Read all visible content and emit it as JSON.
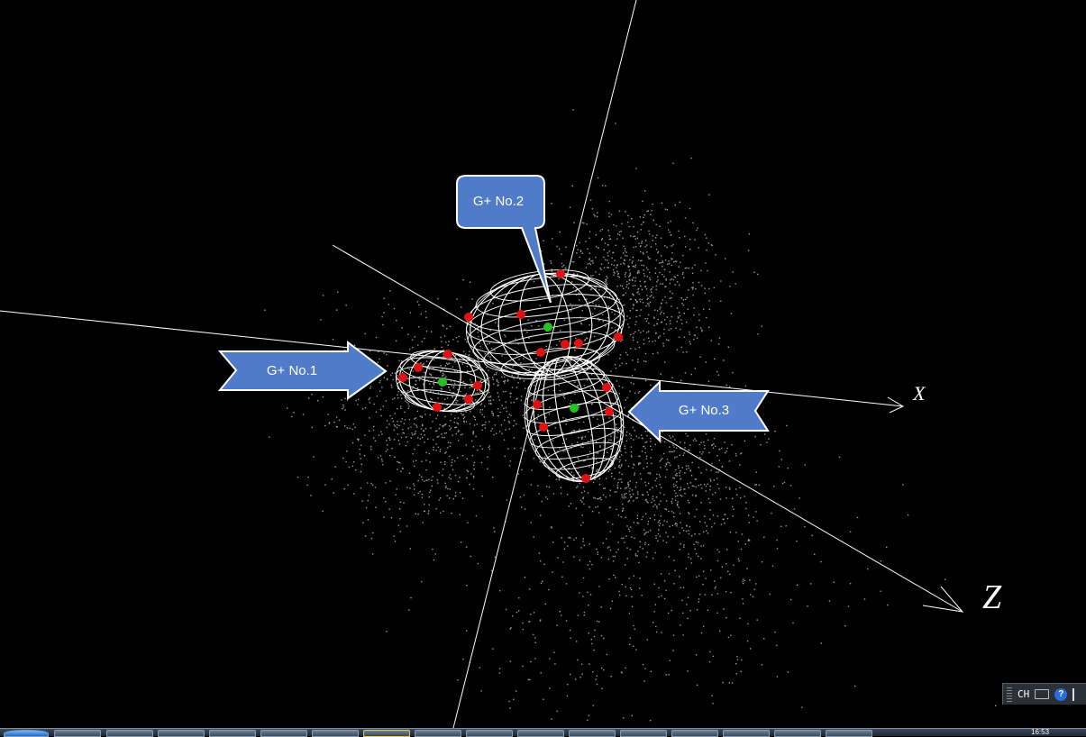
{
  "labels": {
    "callout_1": "G+ No.1",
    "callout_2": "G+ No.2",
    "callout_3": "G+ No.3",
    "axis_x": "X",
    "axis_z": "Z"
  },
  "colors": {
    "callout_fill": "#4f7bc9",
    "callout_border": "#ffffff",
    "marker_red": "#e11111",
    "marker_green": "#22c322",
    "wireframe": "#ffffff",
    "particles": "#9a9a9a"
  },
  "language_bar": {
    "code": "CH",
    "keyboard_icon": "keyboard-icon",
    "help_icon": "help-icon",
    "help_symbol": "?"
  },
  "taskbar": {
    "clock": "16:53",
    "start_icon": "windows-start-icon",
    "button_count": 16
  }
}
